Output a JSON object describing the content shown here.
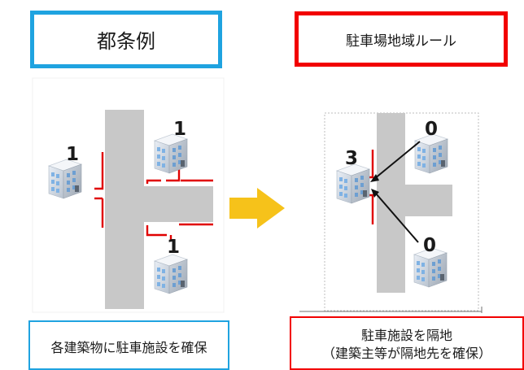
{
  "left_panel": {
    "title": "都条例",
    "caption": "各建築物に駐車施設を確保",
    "building_counts": [
      "1",
      "1",
      "1"
    ]
  },
  "right_panel": {
    "title": "駐車場地域ルール",
    "caption_line1": "駐車施設を隔地",
    "caption_line2": "（建築主等が隔地先を確保）",
    "building_counts": [
      "3",
      "0",
      "0"
    ]
  },
  "colors": {
    "left_accent": "#1fa3e0",
    "right_accent": "#f20000",
    "road": "#c8c8c8",
    "arrow": "#f6c21a",
    "parking_mark": "#e00000"
  },
  "icons": {
    "transition": "arrow-right-icon",
    "building": "building-icon"
  }
}
